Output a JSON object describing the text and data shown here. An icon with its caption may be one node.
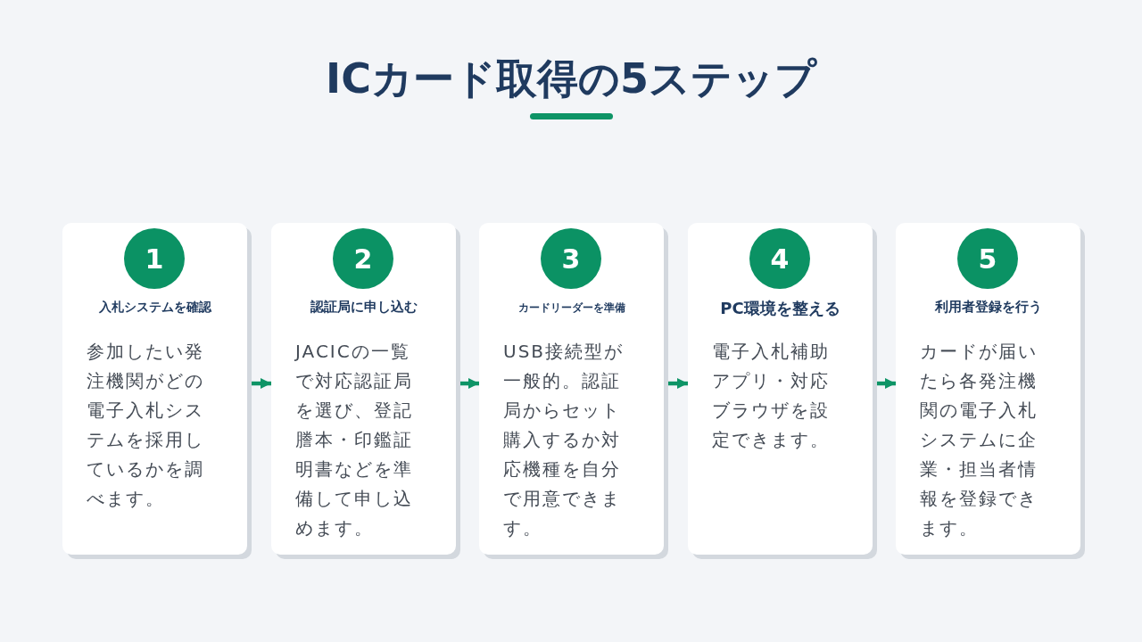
{
  "diagram": {
    "title": "ICカード取得の5ステップ",
    "nodes": [
      {
        "text": [
          "入札システムを確認",
          "参加したい発注機関がどの電子入札システムを採用しているかを調べます。"
        ]
      },
      {
        "text": [
          "1"
        ],
        "in": 0
      },
      {
        "text": [
          "認証局に申し込む",
          "JACICの一覧で対応認証局を選び、登記謄本・印鑑証明書などを準備して申し込めます。"
        ]
      },
      {
        "text": [
          "2"
        ],
        "in": 2
      },
      {
        "text": [
          "カードリーダーを準備",
          "USB接続型が一般的。認証局からセット購入するか対応機種を自分で用意できます。"
        ]
      },
      {
        "text": [
          "3"
        ],
        "in": 4
      },
      {
        "text": [
          "PC環境を整える",
          "電子入札補助アプリ・対応ブラウザを設定できます。"
        ]
      },
      {
        "text": [
          "4"
        ],
        "in": 6
      },
      {
        "text": [
          "利用者登録を行う",
          "カードが届いたら各発注機関の電子入札システムに企業・担当者情報を登録できます。"
        ]
      },
      {
        "text": [
          "5"
        ],
        "in": 8
      }
    ],
    "edges": [
      {
        "from": 0,
        "to": 2,
        "arrow": "to"
      },
      {
        "from": 2,
        "to": 4,
        "arrow": "to"
      },
      {
        "from": 4,
        "to": 6,
        "arrow": "to"
      },
      {
        "from": 6,
        "to": 8,
        "arrow": "to"
      }
    ]
  }
}
